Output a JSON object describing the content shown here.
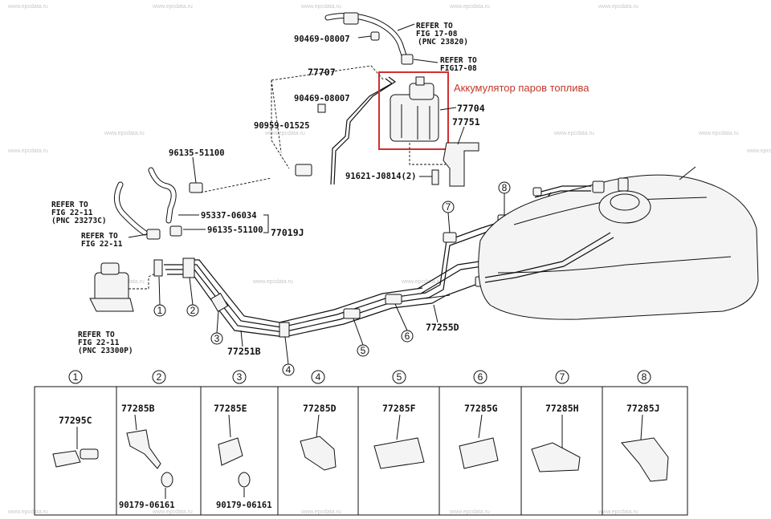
{
  "callout": {
    "text": "Аккумулятор паров топлива",
    "color": "#c0392b"
  },
  "watermark": "www.epcdata.ru",
  "parts": {
    "p90469a": "90469-08007",
    "p90469b": "90469-08007",
    "p77707": "77707",
    "p90959": "90959-01525",
    "p77704": "77704",
    "p77751": "77751",
    "p96135a": "96135-51100",
    "p95337": "95337-06034",
    "p96135b": "96135-51100",
    "p77019": "77019J",
    "p91621": "91621-J0814(2)",
    "p77255": "77255D",
    "p77251": "77251B"
  },
  "refs": {
    "r1": [
      "REFER TO",
      "FIG 17-08",
      "(PNC 23820)"
    ],
    "r2": [
      "REFER TO",
      "FIG17-08"
    ],
    "r3": [
      "REFER TO",
      "FIG 22-11",
      "(PNC 23273C)"
    ],
    "r4": [
      "REFER TO",
      "FIG 22-11"
    ],
    "r5": [
      "REFER TO",
      "FIG 22-11",
      "(PNC 23300P)"
    ]
  },
  "clamp_numbers": [
    "1",
    "2",
    "3",
    "4",
    "5",
    "6",
    "7",
    "8"
  ],
  "table": {
    "headers": [
      "1",
      "2",
      "3",
      "4",
      "5",
      "6",
      "7",
      "8"
    ],
    "cells": [
      {
        "part": "77295C",
        "sub": ""
      },
      {
        "part": "77285B",
        "sub": "90179-06161"
      },
      {
        "part": "77285E",
        "sub": "90179-06161"
      },
      {
        "part": "77285D",
        "sub": ""
      },
      {
        "part": "77285F",
        "sub": ""
      },
      {
        "part": "77285G",
        "sub": ""
      },
      {
        "part": "77285H",
        "sub": ""
      },
      {
        "part": "77285J",
        "sub": ""
      }
    ]
  }
}
